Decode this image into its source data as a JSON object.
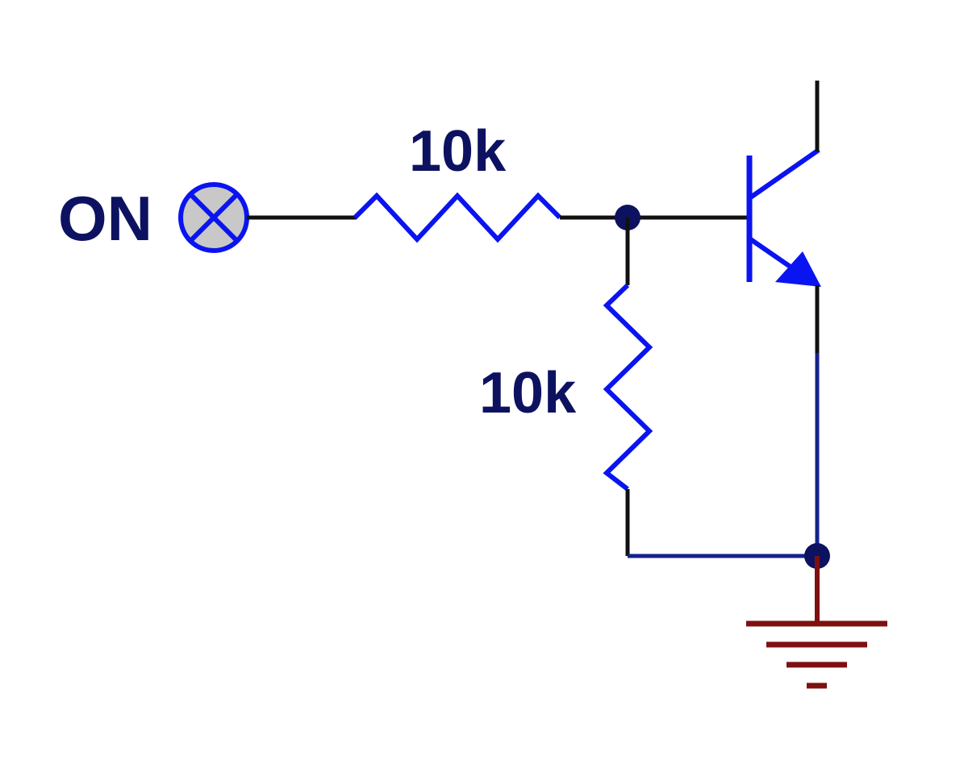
{
  "labels": {
    "input": "ON",
    "r_series": "10k",
    "r_pulldown": "10k"
  },
  "colors": {
    "component": "#0a14f0",
    "wire": "#111111",
    "ground_net": "#14228c",
    "junction": "#0d1260",
    "label": "#0d1260",
    "ground_symbol": "#7e1010",
    "pin_fill": "#c8c8c8"
  },
  "icons": {
    "input_pin": "circle-x-pin-icon",
    "ground": "ground-icon",
    "transistor": "npn-transistor-icon",
    "resistor": "resistor-icon"
  }
}
